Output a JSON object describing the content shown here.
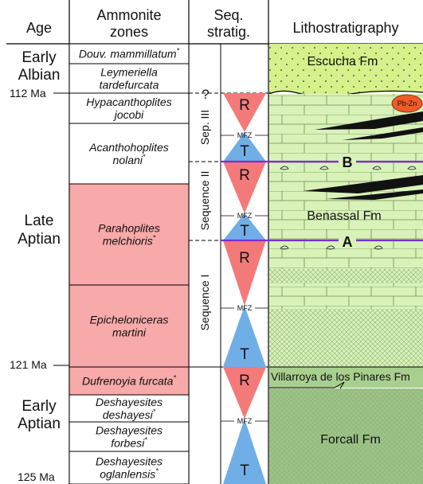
{
  "headers": {
    "age": "Age",
    "ammonite": [
      "Ammonite",
      "zones"
    ],
    "seq": [
      "Seq.",
      "stratig."
    ],
    "litho": "Lithostratigraphy"
  },
  "ages": {
    "early_albian": [
      "Early",
      "Albian"
    ],
    "late_aptian": [
      "Late",
      "Aptian"
    ],
    "early_aptian": [
      "Early",
      "Aptian"
    ]
  },
  "ticks": [
    "112 Ma",
    "121 Ma",
    "125 Ma"
  ],
  "zones": [
    {
      "lines": [
        "Douv. mammillatum"
      ],
      "star": true,
      "color": "#ffffff"
    },
    {
      "lines": [
        "Leymeriella",
        "tardefurcata"
      ],
      "star": false,
      "color": "#ffffff"
    },
    {
      "lines": [
        "Hypacanthoplites",
        "jocobi"
      ],
      "star": false,
      "color": "#ffffff"
    },
    {
      "lines": [
        "Acanthohoplites",
        "nolani"
      ],
      "star": true,
      "color": "#ffffff"
    },
    {
      "lines": [
        "Parahoplites",
        "melchioris"
      ],
      "star": true,
      "color": "#f8a9a9"
    },
    {
      "lines": [
        "Epicheloniceras",
        "martini"
      ],
      "star": false,
      "color": "#f8a9a9"
    },
    {
      "lines": [
        "Dufrenoyia furcata"
      ],
      "star": true,
      "color": "#f8a9a9"
    },
    {
      "lines": [
        "Deshayesites",
        "deshayesi"
      ],
      "star": true,
      "color": "#ffffff"
    },
    {
      "lines": [
        "Deshayesites",
        "forbesi"
      ],
      "star": true,
      "color": "#ffffff"
    },
    {
      "lines": [
        "Deshayesites",
        "oglanlensis"
      ],
      "star": true,
      "color": "#ffffff"
    }
  ],
  "sequences": [
    "Sep. III",
    "Sequence II",
    "Sequence I"
  ],
  "triangle_labels": {
    "regressive": "R",
    "transgressive": "T",
    "mfz": "MFZ",
    "unknown": "?"
  },
  "formations": {
    "escucha": "Escucha Fm",
    "benassal": "Benassal Fm",
    "villarroya": "Villarroya de los Pinares Fm",
    "forcall": "Forcall Fm"
  },
  "markers": {
    "b": "B",
    "a": "A"
  },
  "deposit": "Pb-Zn",
  "colors": {
    "regressive": "#f47a7a",
    "transgressive": "#70aee8",
    "escucha": "#d6f08a",
    "benassal": "#d9f2b8",
    "villarroya": "#a9cf8e",
    "forcall": "#9dc487",
    "surface": "#7a2fd4",
    "zone_pink": "#f8a9a9"
  }
}
